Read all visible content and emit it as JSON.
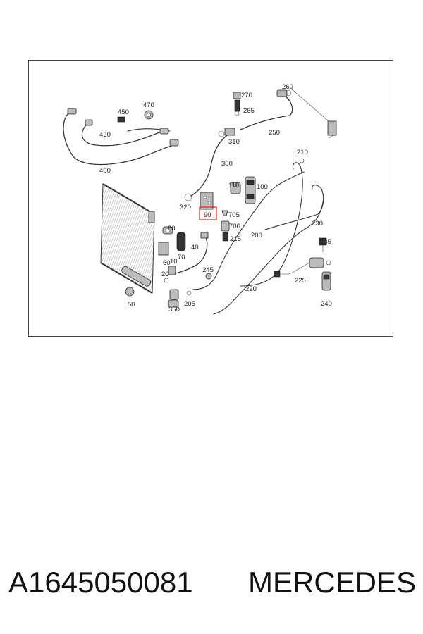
{
  "diagram": {
    "callouts": [
      {
        "id": "c10",
        "text": "10"
      },
      {
        "id": "c20",
        "text": "20"
      },
      {
        "id": "c40",
        "text": "40"
      },
      {
        "id": "c50",
        "text": "50"
      },
      {
        "id": "c60",
        "text": "60"
      },
      {
        "id": "c70",
        "text": "70"
      },
      {
        "id": "c80",
        "text": "80"
      },
      {
        "id": "c90",
        "text": "90"
      },
      {
        "id": "c100",
        "text": "100"
      },
      {
        "id": "c110",
        "text": "110"
      },
      {
        "id": "c200",
        "text": "200"
      },
      {
        "id": "c205",
        "text": "205"
      },
      {
        "id": "c210",
        "text": "210"
      },
      {
        "id": "c215",
        "text": "215"
      },
      {
        "id": "c220",
        "text": "220"
      },
      {
        "id": "c225",
        "text": "225"
      },
      {
        "id": "c230",
        "text": "230"
      },
      {
        "id": "c235",
        "text": "235"
      },
      {
        "id": "c240",
        "text": "240"
      },
      {
        "id": "c245",
        "text": "245"
      },
      {
        "id": "c250",
        "text": "250"
      },
      {
        "id": "c260",
        "text": "260"
      },
      {
        "id": "c265",
        "text": "265"
      },
      {
        "id": "c270",
        "text": "270"
      },
      {
        "id": "c300",
        "text": "300"
      },
      {
        "id": "c310",
        "text": "310"
      },
      {
        "id": "c320",
        "text": "320"
      },
      {
        "id": "c350",
        "text": "350"
      },
      {
        "id": "c400",
        "text": "400"
      },
      {
        "id": "c420",
        "text": "420"
      },
      {
        "id": "c450",
        "text": "450"
      },
      {
        "id": "c470",
        "text": "470"
      },
      {
        "id": "c700",
        "text": "700"
      },
      {
        "id": "c705",
        "text": "705"
      }
    ],
    "highlight_color": "#e0201e"
  },
  "caption": {
    "part_number": "A1645050081",
    "brand": "MERCEDES"
  }
}
